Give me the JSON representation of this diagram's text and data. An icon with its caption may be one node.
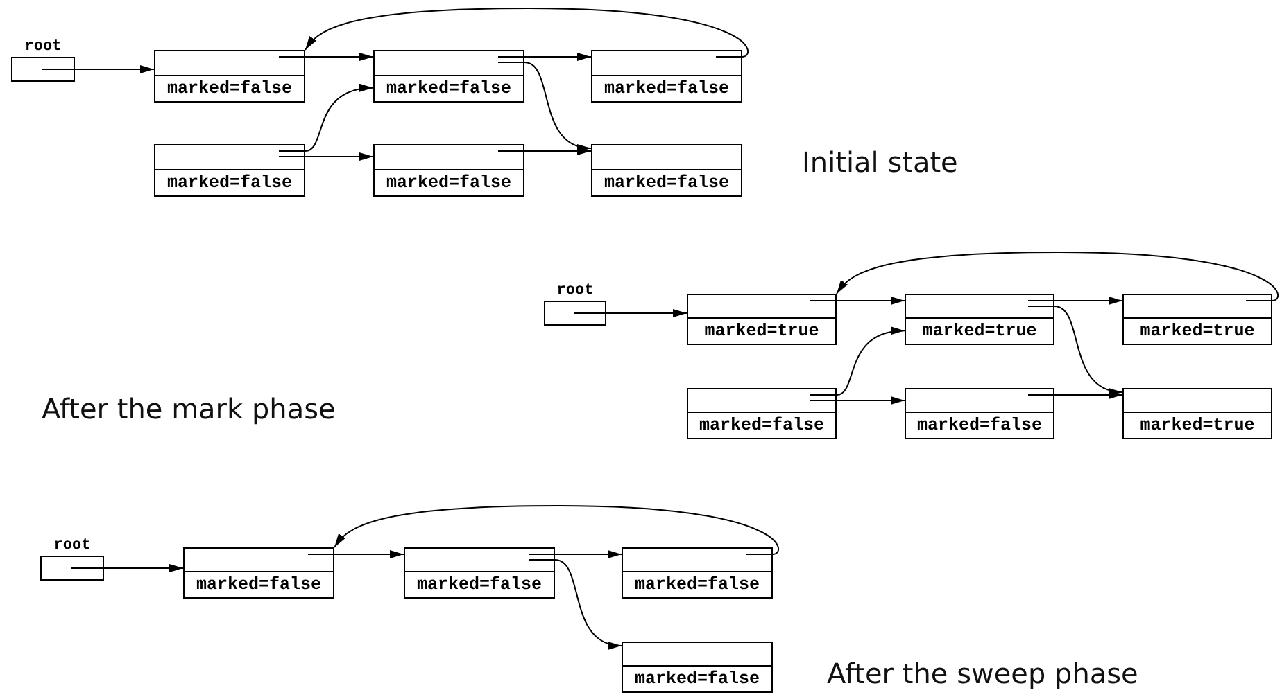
{
  "diagram": {
    "nodes": [
      {
        "text": [
          "root"
        ]
      },
      {
        "text": [
          "marked=false"
        ]
      },
      {
        "text": [
          "marked=false"
        ]
      },
      {
        "text": [
          "marked=false"
        ]
      },
      {
        "text": [
          "marked=false"
        ]
      },
      {
        "text": [
          "marked=false"
        ]
      },
      {
        "text": [
          "marked=false"
        ]
      },
      {
        "text": [
          "root"
        ]
      },
      {
        "text": [
          "marked=true"
        ]
      },
      {
        "text": [
          "marked=true"
        ]
      },
      {
        "text": [
          "marked=true"
        ]
      },
      {
        "text": [
          "marked=false"
        ]
      },
      {
        "text": [
          "marked=false"
        ]
      },
      {
        "text": [
          "marked=true"
        ]
      },
      {
        "text": [
          "root"
        ]
      },
      {
        "text": [
          "marked=false"
        ]
      },
      {
        "text": [
          "marked=false"
        ]
      },
      {
        "text": [
          "marked=false"
        ]
      },
      {
        "text": [
          "marked=false"
        ]
      }
    ],
    "edges": [
      {
        "from": 0,
        "to": 1,
        "arrow": "to"
      },
      {
        "from": 1,
        "to": 2,
        "arrow": "to"
      },
      {
        "from": 2,
        "to": 3,
        "arrow": "to"
      },
      {
        "from": 3,
        "to": 1,
        "arrow": "to"
      },
      {
        "from": 2,
        "to": 6,
        "arrow": "to"
      },
      {
        "from": 4,
        "to": 2,
        "arrow": "to"
      },
      {
        "from": 4,
        "to": 5,
        "arrow": "to"
      },
      {
        "from": 5,
        "to": 6,
        "arrow": "to"
      },
      {
        "from": 7,
        "to": 8,
        "arrow": "to"
      },
      {
        "from": 8,
        "to": 9,
        "arrow": "to"
      },
      {
        "from": 9,
        "to": 10,
        "arrow": "to"
      },
      {
        "from": 10,
        "to": 8,
        "arrow": "to"
      },
      {
        "from": 9,
        "to": 13,
        "arrow": "to"
      },
      {
        "from": 11,
        "to": 9,
        "arrow": "to"
      },
      {
        "from": 11,
        "to": 12,
        "arrow": "to"
      },
      {
        "from": 12,
        "to": 13,
        "arrow": "to"
      },
      {
        "from": 14,
        "to": 15,
        "arrow": "to"
      },
      {
        "from": 15,
        "to": 16,
        "arrow": "to"
      },
      {
        "from": 16,
        "to": 17,
        "arrow": "to"
      },
      {
        "from": 17,
        "to": 15,
        "arrow": "to"
      },
      {
        "from": 16,
        "to": 18,
        "arrow": "to"
      }
    ],
    "labels": [
      "Initial state",
      "After the mark phase",
      "After the sweep phase"
    ]
  }
}
